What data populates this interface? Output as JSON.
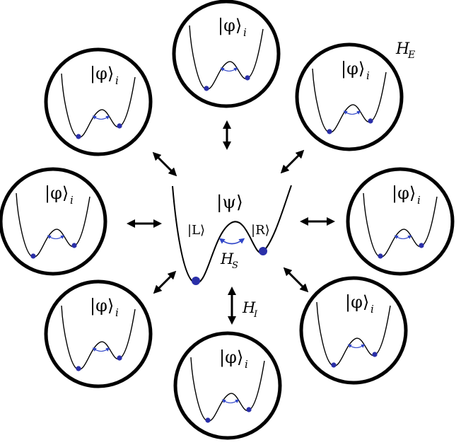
{
  "center": {
    "state_label": "|ψ⟩",
    "left_label": "|L⟩",
    "right_label": "|R⟩",
    "system_hamiltonian": "H",
    "system_sub": "S",
    "interaction_hamiltonian": "H",
    "interaction_sub": "I"
  },
  "environment": {
    "hamiltonian": "H",
    "hamiltonian_sub": "E",
    "qubit_label": "|φ⟩",
    "qubit_sub": "i",
    "count": 8
  },
  "colors": {
    "ink": "#000000",
    "particle": "#2a2fa8",
    "tunnel_arrow": "#2f45c8"
  },
  "icons": {
    "coupling": "double-headed-arrow",
    "tunneling": "curved-double-arrow"
  }
}
